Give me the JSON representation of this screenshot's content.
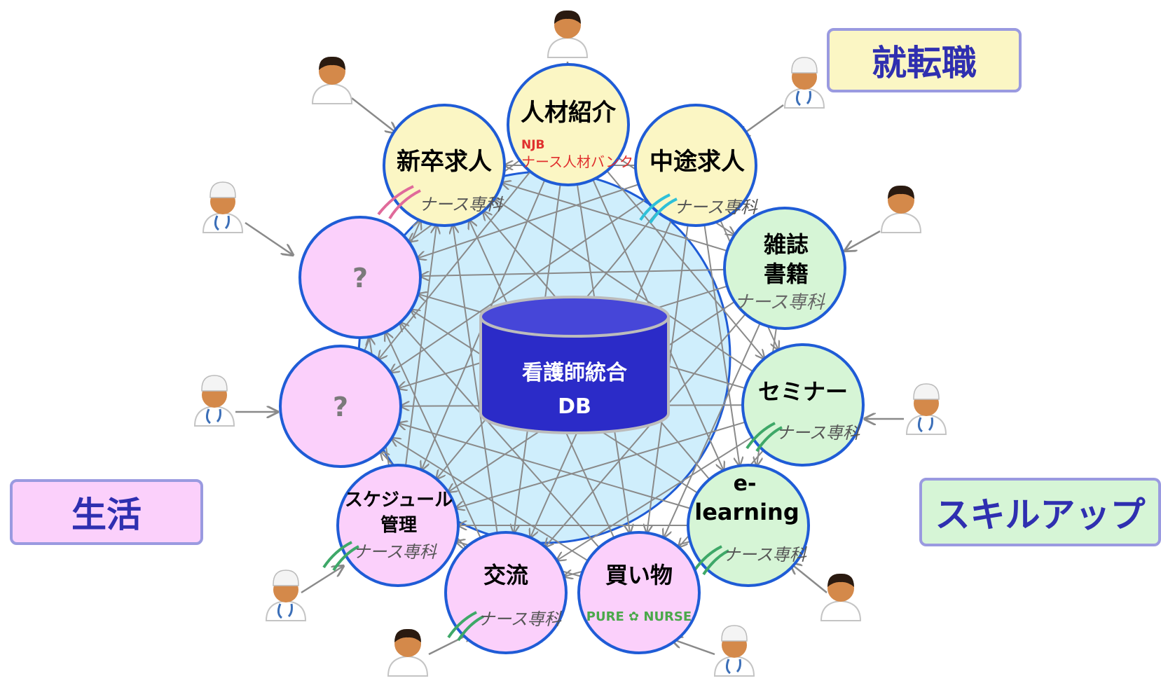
{
  "categories": {
    "career": "就転職",
    "life": "生活",
    "skill": "スキルアップ"
  },
  "center_db": {
    "line1": "看護師統合",
    "line2": "DB"
  },
  "services": {
    "jinzai": {
      "label": "人材紹介",
      "logo_top": "NJB",
      "logo_bottom": "ナース人材バンク"
    },
    "shinsotsu": {
      "label": "新卒求人",
      "logo": "ナース専科"
    },
    "chuto": {
      "label": "中途求人",
      "logo": "ナース専科"
    },
    "zasshi": {
      "label1": "雑誌",
      "label2": "書籍",
      "logo": "ナース専科"
    },
    "seminar": {
      "label": "セミナー",
      "logo": "ナース専科"
    },
    "elearning": {
      "label1": "e-",
      "label2": "learning",
      "logo": "ナース専科"
    },
    "kaimono": {
      "label": "買い物",
      "logo": "PURE ✿ NURSE"
    },
    "koryu": {
      "label": "交流",
      "logo": "ナース専科"
    },
    "schedule": {
      "label1": "スケジュール",
      "label2": "管理",
      "logo": "ナース専科"
    },
    "q1": {
      "label": "?"
    },
    "q2": {
      "label": "?"
    }
  },
  "colors": {
    "career_fill": "#fbf6c4",
    "life_fill": "#fbd0fb",
    "skill_fill": "#d6f5d6",
    "ring_fill": "#cfeefc",
    "node_stroke": "#1f5cd6",
    "db_fill": "#2b2bc8",
    "arrow": "#8a8a8a",
    "category_text": "#2f2fb0"
  }
}
